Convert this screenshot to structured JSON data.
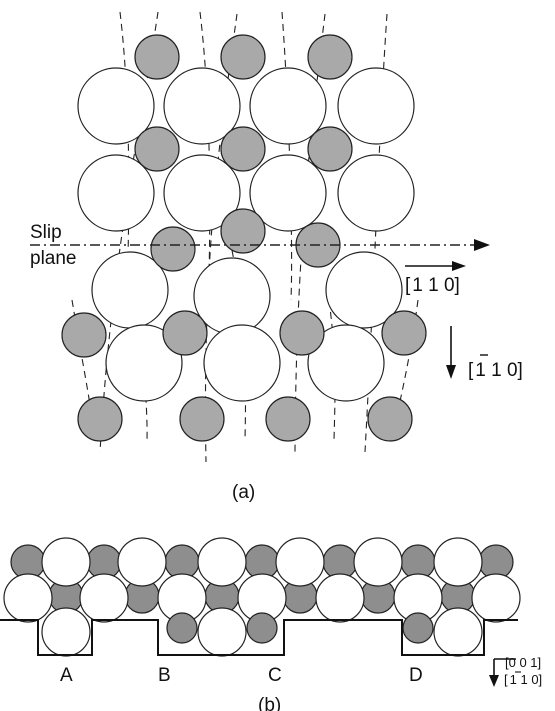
{
  "panel_a": {
    "slip_label_line1": "Slip",
    "slip_label_line2": "plane",
    "dir_right": {
      "open": "[",
      "indices": "1 1 0",
      "close": "]"
    },
    "dir_down": {
      "open": "[",
      "bar_index": "1",
      "rest": " 1 0]"
    },
    "caption": "(a)"
  },
  "panel_b": {
    "labels": [
      "A",
      "B",
      "C",
      "D"
    ],
    "axis_top": "[0 0 1]",
    "axis_bottom": {
      "open": "[",
      "bar_index": "1",
      "rest": " 1 0]"
    },
    "caption": "(b)"
  },
  "colors": {
    "atom_large": "#ffffff",
    "atom_small": "#a9a9a9",
    "stroke": "#222222"
  }
}
